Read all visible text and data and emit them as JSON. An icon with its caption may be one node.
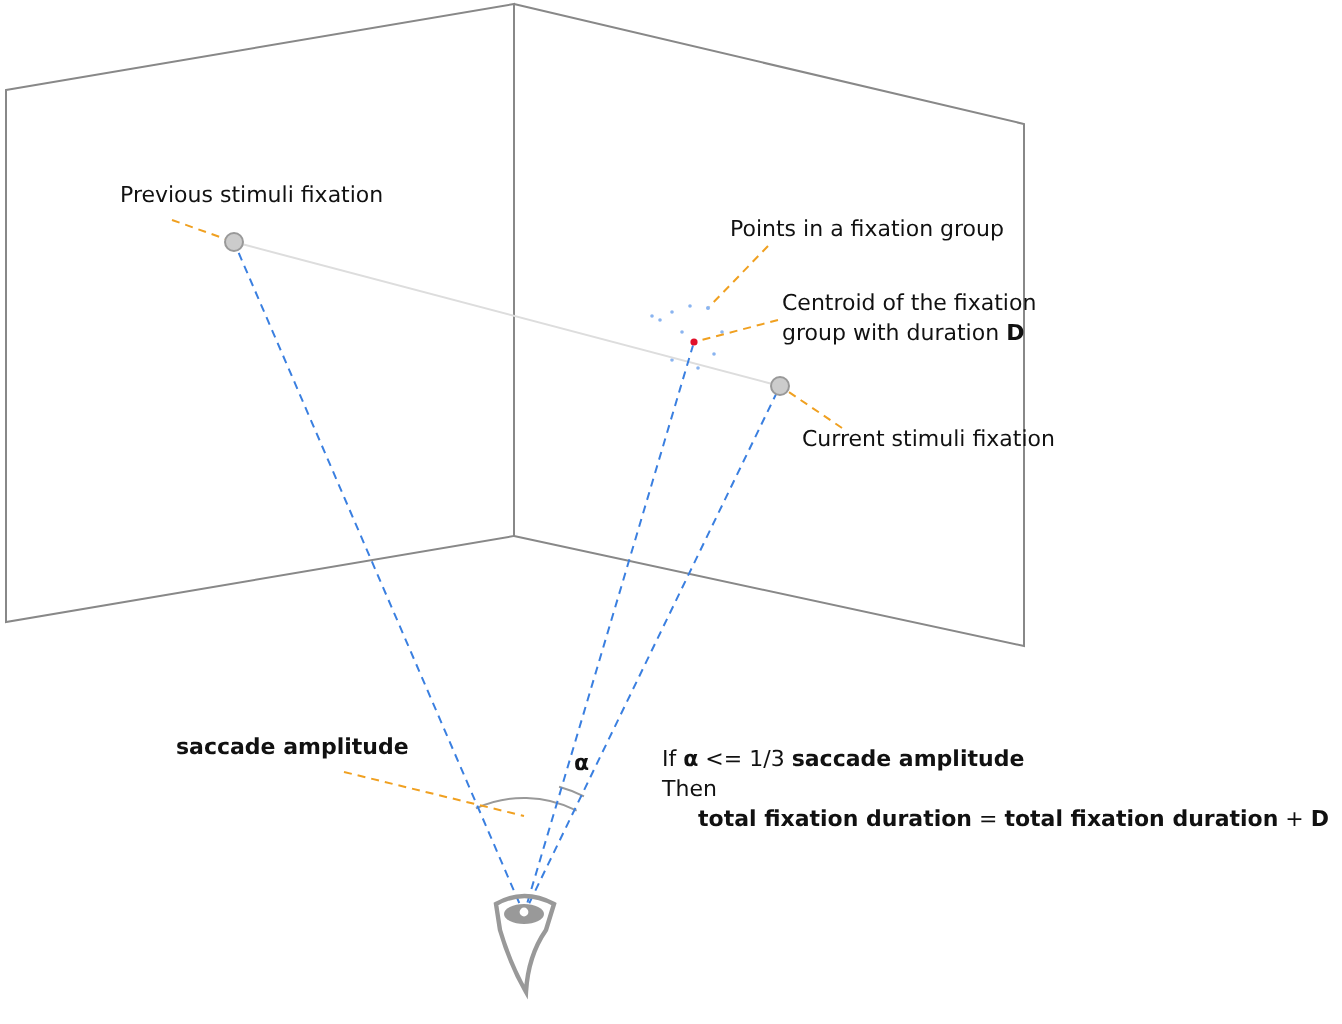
{
  "diagram": {
    "nodes": [
      {
        "text": [
          "Previous stimuli fixation"
        ]
      },
      {
        "text": [],
        "shape": "circle"
      },
      {
        "text": [
          "Points in a fixation group"
        ]
      },
      {
        "text": [
          "Centroid of the fixation group with duration **D**"
        ]
      },
      {
        "text": [],
        "shape": "circle"
      },
      {
        "text": [],
        "shape": "circle"
      },
      {
        "text": [
          "Current stimuli fixation"
        ]
      },
      {
        "text": [
          "saccade amplitude"
        ]
      },
      {
        "text": [],
        "shape": "picture"
      },
      {
        "text": [],
        "shape": "circle"
      }
    ],
    "edges": [
      {
        "from": 0,
        "to": 1,
        "arrow": "none",
        "style": "dashed"
      },
      {
        "from": 2,
        "to": 9,
        "arrow": "none",
        "style": "dashed"
      },
      {
        "from": 3,
        "to": 4,
        "arrow": "none",
        "style": "dashed"
      },
      {
        "from": 6,
        "to": 5,
        "arrow": "none",
        "style": "dashed"
      },
      {
        "from": 7,
        "to": null,
        "arrow": "none",
        "style": "dashed"
      },
      {
        "from": 1,
        "to": 5,
        "arrow": "none",
        "color": "#dddddd"
      },
      {
        "from": 8,
        "to": 1,
        "arrow": "none",
        "style": "dashed",
        "color": "#3a7fe0"
      },
      {
        "from": 8,
        "to": 4,
        "arrow": "none",
        "style": "dashed",
        "color": "#3a7fe0"
      },
      {
        "from": 8,
        "to": 5,
        "arrow": "none",
        "style": "dashed",
        "color": "#3a7fe0"
      }
    ],
    "labels": [
      "α",
      "If **α** <= 1/3 **saccade amplitude**",
      "Then",
      "**total fixation duration** = **total fixation duration** + **D**"
    ]
  }
}
